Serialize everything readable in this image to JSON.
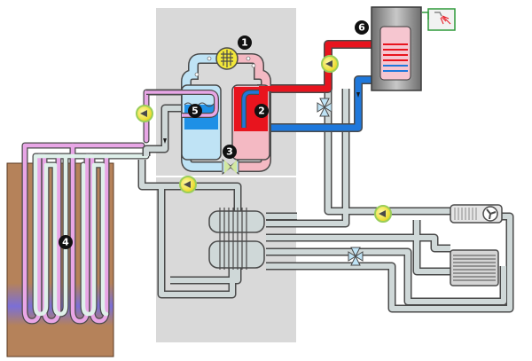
{
  "diagram": {
    "markers": [
      {
        "id": "m1",
        "text": "1"
      },
      {
        "id": "m2",
        "text": "2"
      },
      {
        "id": "m3",
        "text": "3"
      },
      {
        "id": "m4",
        "text": "4"
      },
      {
        "id": "m5",
        "text": "5"
      },
      {
        "id": "m6",
        "text": "6"
      }
    ],
    "icons": [
      "compressor-icon",
      "pump-icon",
      "expansion-valve-icon",
      "three-way-valve-icon",
      "radiator-icon",
      "fan-coil-icon",
      "shower-icon",
      "hot-water-tank-icon",
      "plate-heat-exchanger-icon"
    ],
    "colors": {
      "plant_panel": "#d9d9d9",
      "ground": "#b5825a",
      "cold_refrigerant": "#bfe3f5",
      "hot_refrigerant": "#f4b9c3",
      "hot_water": "#e8141e",
      "cold_water": "#1e78dc",
      "brine": "#e8a6e6",
      "pipe": "#cfd8d8",
      "pump": "#f2e63a"
    }
  }
}
